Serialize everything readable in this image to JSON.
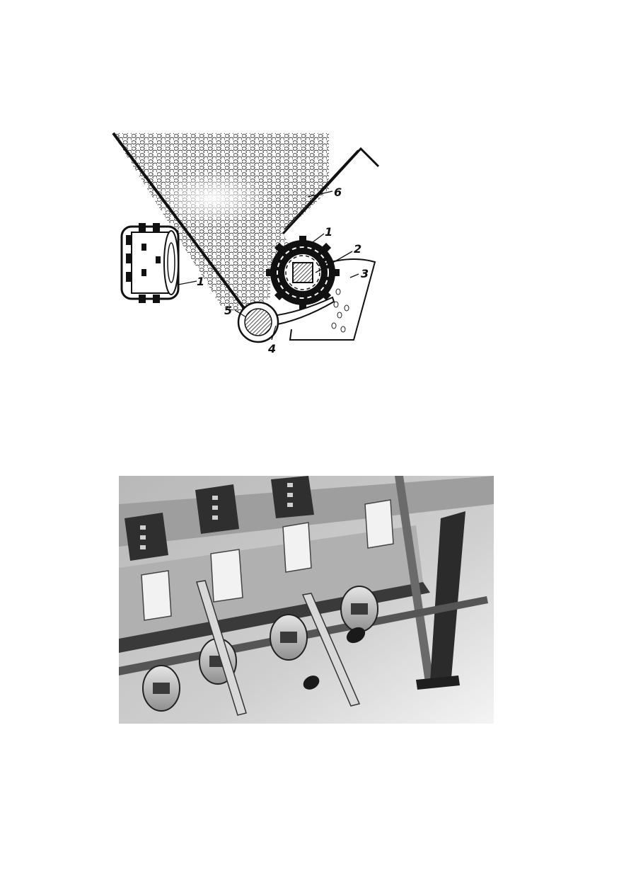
{
  "top_diagram": {
    "callouts": [
      {
        "id": "6",
        "text": "6"
      },
      {
        "id": "1a",
        "text": "1"
      },
      {
        "id": "2",
        "text": "2"
      },
      {
        "id": "3",
        "text": "3"
      },
      {
        "id": "1b",
        "text": "1"
      },
      {
        "id": "5",
        "text": "5"
      },
      {
        "id": "4",
        "text": "4"
      }
    ]
  },
  "colors": {
    "ink": "#111111",
    "paper": "#ffffff",
    "metal_light": "#d9d9d9",
    "metal_mid": "#a8a8a8",
    "metal_dark": "#3a3a3a"
  }
}
